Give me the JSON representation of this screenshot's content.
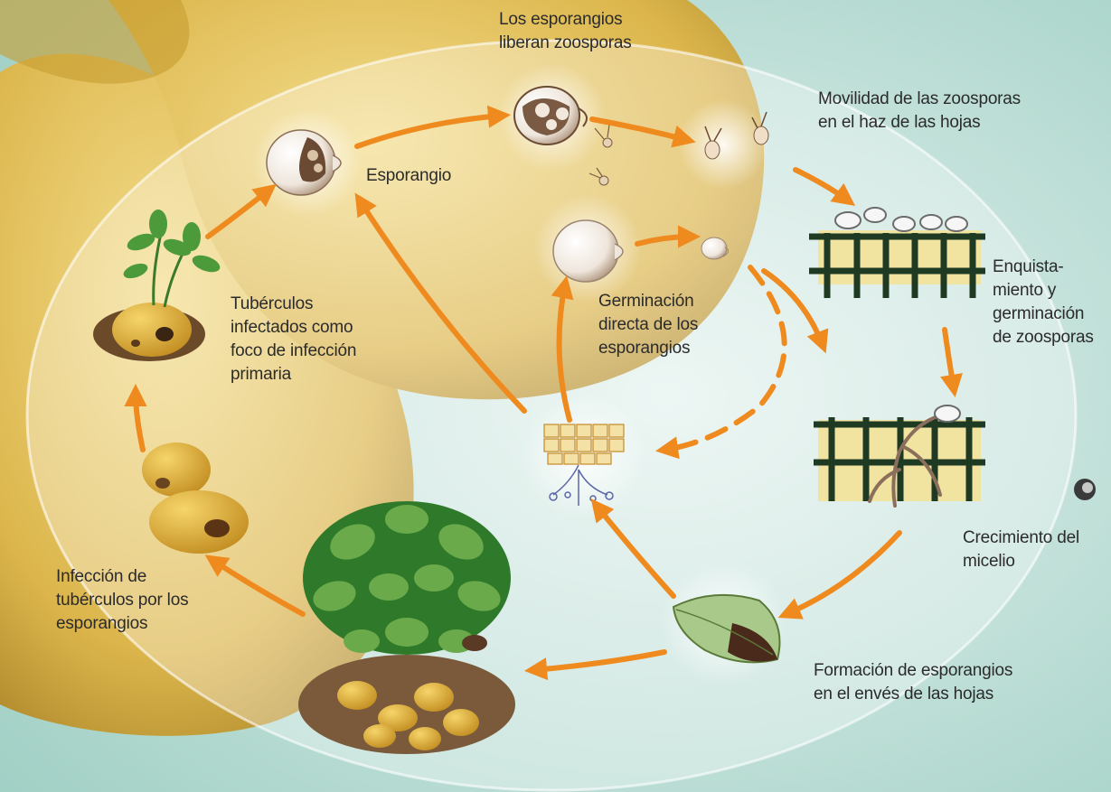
{
  "colors": {
    "background_teal": "#cfe8e2",
    "potato_yellow": "#e2c25a",
    "arrow_orange": "#ef8a1f",
    "leaf_green": "#3f8f3a",
    "label_text": "#2b2b2b"
  },
  "labels": {
    "esporangio": "Esporangio",
    "liberan": "Los esporangios\nliberan zoosporas",
    "movilidad": "Movilidad de las zoosporas\nen el haz de las hojas",
    "enquistamiento": "Enquista-\nmiento y\ngerminación\nde zoosporas",
    "crecimiento": "Crecimiento del\nmicelio",
    "formacion": "Formación de esporangios\nen el envés de las hojas",
    "germinacion": "Germinación\ndirecta de los\nesporangios",
    "tuberculos": "Tubérculos\ninfectados como\nfoco de infección\nprimaria",
    "infeccion": "Infección de\ntubérculos por los\nesporangios"
  },
  "icons": [
    "sporangium-icon",
    "zoospore-icon",
    "cyst-icon",
    "leaf-tissue-icon",
    "mycelium-icon",
    "infected-leaf-icon",
    "potato-plant-icon",
    "sprouting-tuber-icon",
    "infected-tubers-icon"
  ]
}
